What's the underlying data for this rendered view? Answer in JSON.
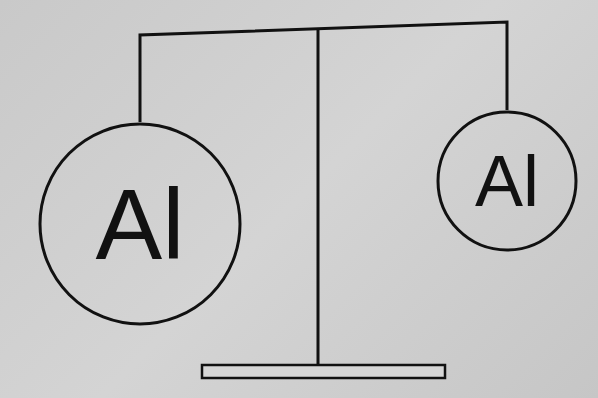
{
  "diagram": {
    "nodes": [
      {
        "text": [
          "Al"
        ]
      },
      {
        "text": [
          "Al"
        ]
      }
    ],
    "edges": [
      {
        "from": 0,
        "to": 1,
        "arrow": "none"
      }
    ]
  }
}
